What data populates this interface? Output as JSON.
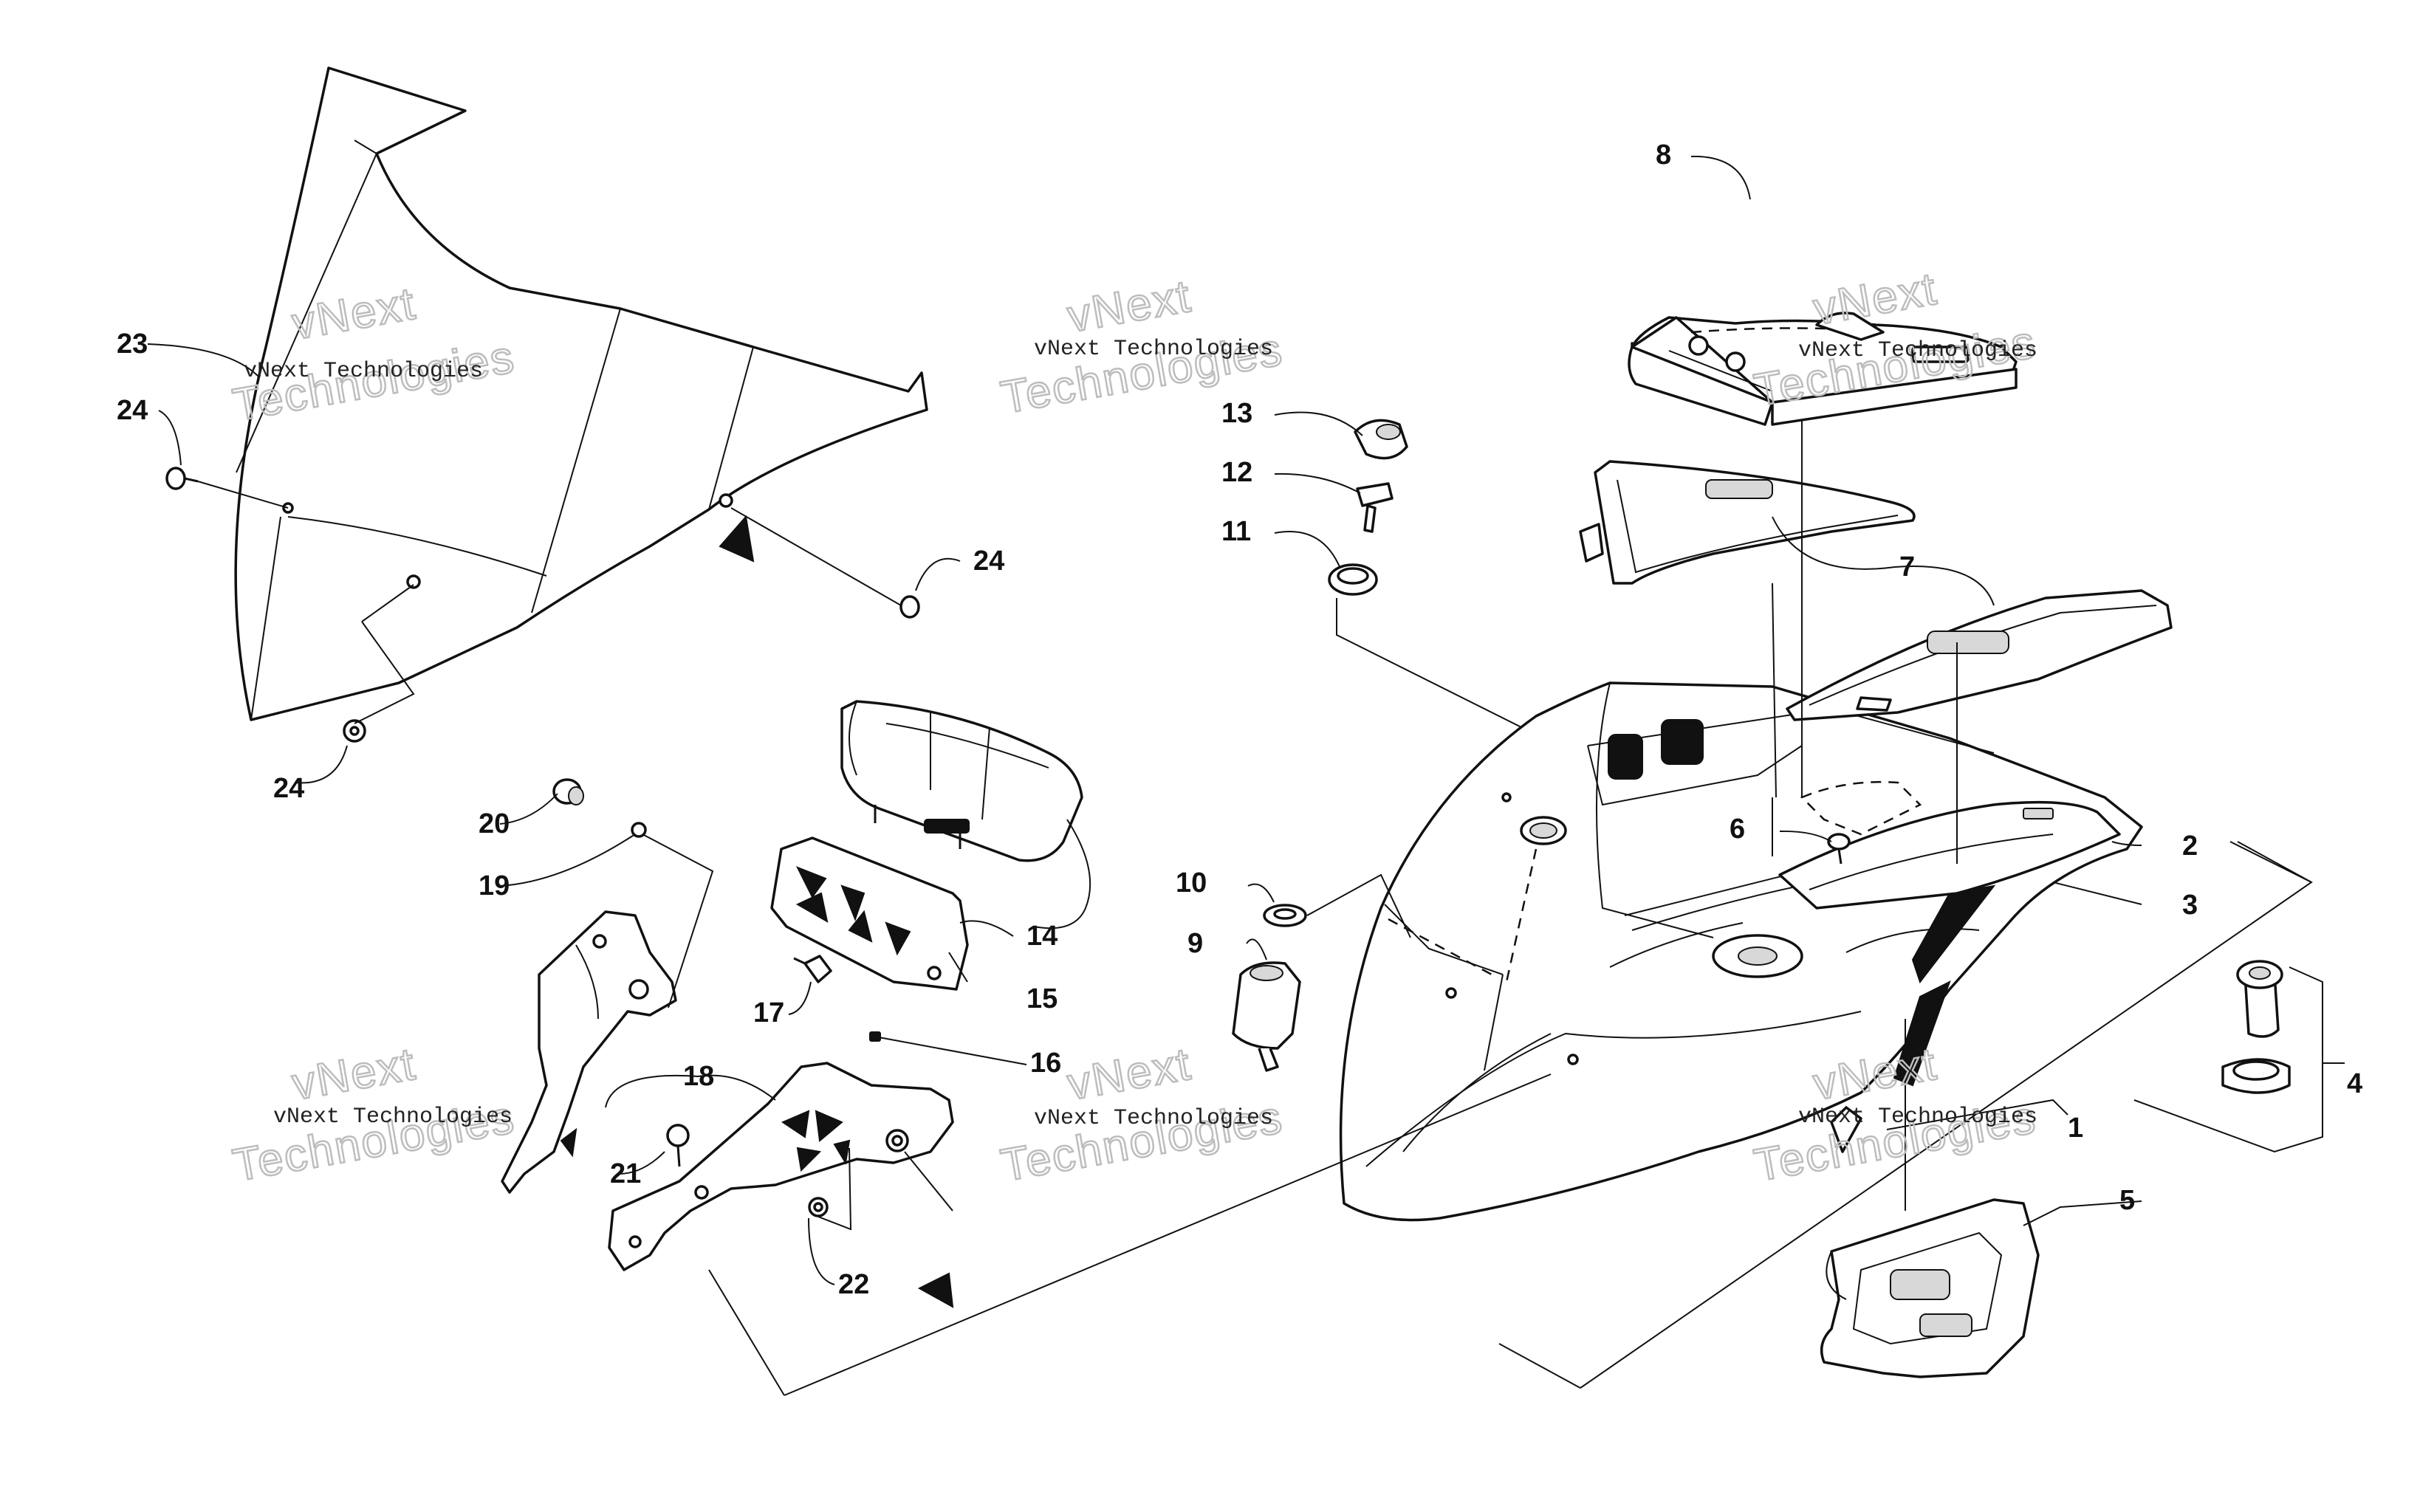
{
  "diagram": {
    "callouts": [
      "1",
      "2",
      "3",
      "4",
      "5",
      "6",
      "7",
      "8",
      "9",
      "10",
      "11",
      "12",
      "13",
      "14",
      "15",
      "16",
      "17",
      "18",
      "19",
      "20",
      "21",
      "22",
      "23",
      "24"
    ],
    "watermark": {
      "line1": "vNext Technologies",
      "line2a": "vNext",
      "line2b": "Technologies"
    }
  },
  "colors": {
    "ink": "#111111",
    "watermark": "#bdbdbd",
    "background": "#ffffff"
  }
}
